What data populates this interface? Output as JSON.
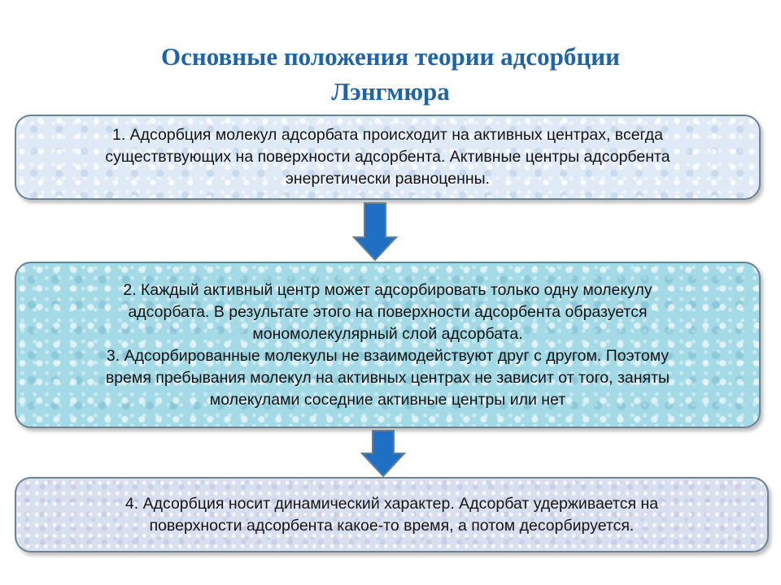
{
  "title": {
    "line1": "Основные положения теории адсорбции",
    "line2": "Лэнгмюра"
  },
  "steps": [
    {
      "lines": [
        "1. Адсорбция молекул адсорбата происходит на активных центрах, всегда",
        "существтвующих на поверхности адсорбента. Активные центры адсорбента",
        "энергетически равноценны."
      ]
    },
    {
      "lines": [
        "2. Каждый активный центр может адсорбировать только одну молекулу",
        "адсорбата. В результате этого на поверхности адсорбента образуется",
        "мономолекулярный слой адсорбата.",
        "3. Адсорбированные молекулы не взаимодействуют друг с другом. Поэтому",
        "время пребывания молекул на активных центрах не зависит от того, заняты",
        "молекулами соседние активные центры  или нет"
      ]
    },
    {
      "lines": [
        "4. Адсорбция носит динамический характер. Адсорбат удерживается на",
        "поверхности адсорбента какое-то время, а потом десорбируется."
      ]
    }
  ],
  "colors": {
    "title": "#1f64a8",
    "arrow": "#1f6fc4",
    "box_border": "#6d8394"
  },
  "arrows": [
    "down-arrow-icon",
    "down-arrow-icon"
  ]
}
